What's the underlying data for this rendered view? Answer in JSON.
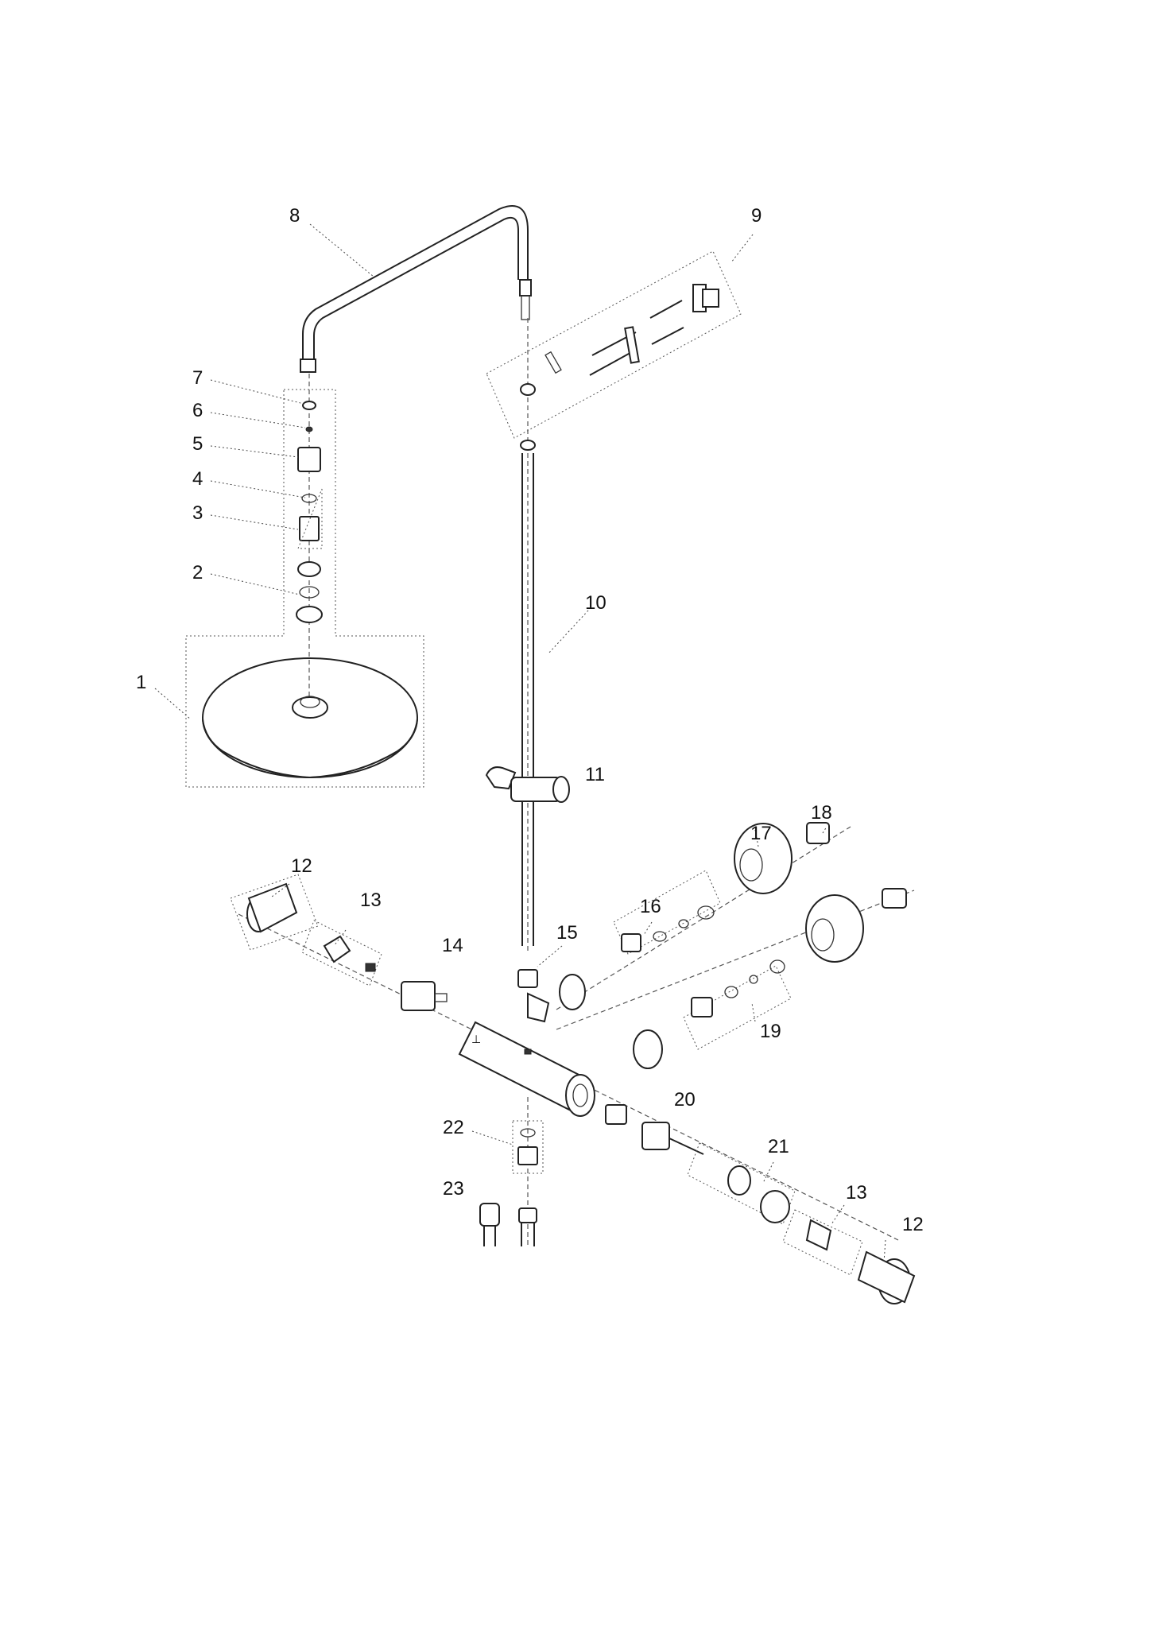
{
  "diagram": {
    "labels": [
      {
        "id": "1",
        "text": "1"
      },
      {
        "id": "2",
        "text": "2"
      },
      {
        "id": "3",
        "text": "3"
      },
      {
        "id": "4",
        "text": "4"
      },
      {
        "id": "5",
        "text": "5"
      },
      {
        "id": "6",
        "text": "6"
      },
      {
        "id": "7",
        "text": "7"
      },
      {
        "id": "8",
        "text": "8"
      },
      {
        "id": "9",
        "text": "9"
      },
      {
        "id": "10",
        "text": "10"
      },
      {
        "id": "11",
        "text": "11"
      },
      {
        "id": "12a",
        "text": "12"
      },
      {
        "id": "12b",
        "text": "12"
      },
      {
        "id": "13a",
        "text": "13"
      },
      {
        "id": "13b",
        "text": "13"
      },
      {
        "id": "14",
        "text": "14"
      },
      {
        "id": "15",
        "text": "15"
      },
      {
        "id": "16",
        "text": "16"
      },
      {
        "id": "17",
        "text": "17"
      },
      {
        "id": "18",
        "text": "18"
      },
      {
        "id": "19",
        "text": "19"
      },
      {
        "id": "20",
        "text": "20"
      },
      {
        "id": "21",
        "text": "21"
      },
      {
        "id": "22",
        "text": "22"
      },
      {
        "id": "23",
        "text": "23"
      }
    ]
  }
}
